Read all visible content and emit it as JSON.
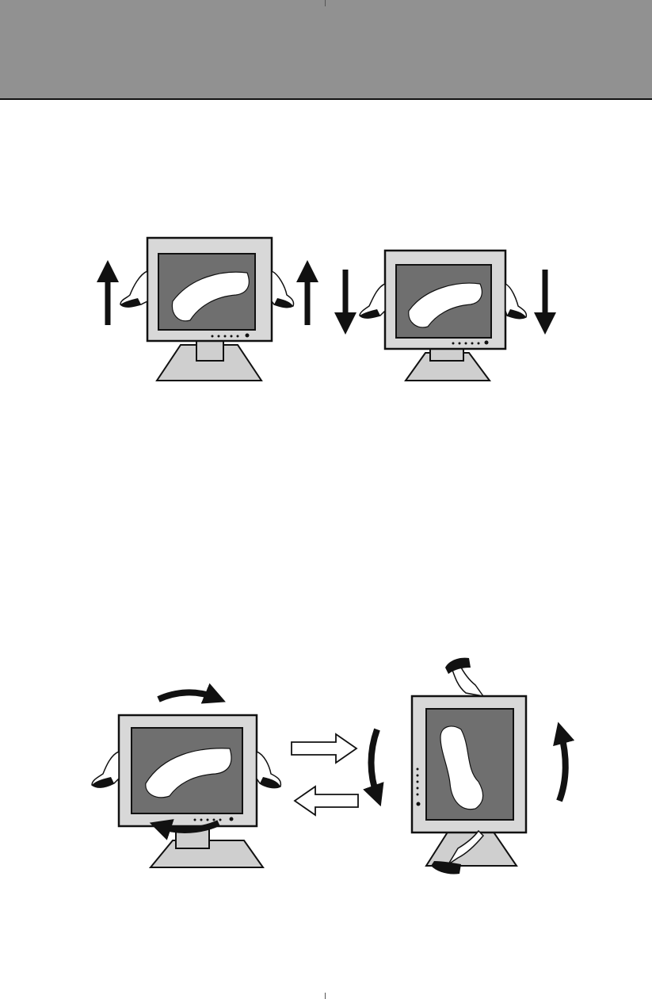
{
  "header": {
    "color": "#919191"
  },
  "colors": {
    "screen": "#6f6f6f",
    "bezel": "#d8d8d8",
    "stand": "#cfcfcf",
    "outline": "#111111",
    "arrow": "#111111",
    "glare": "#ffffff"
  },
  "figures": {
    "height_adjust": {
      "arrows_left_monitor": [
        "arrow-up",
        "arrow-up"
      ],
      "arrows_right_monitor": [
        "arrow-down",
        "arrow-down"
      ]
    },
    "swivel_pivot": {
      "arrows": [
        "curved-arrow-right",
        "curved-arrow-left",
        "hollow-arrow-right",
        "hollow-arrow-left",
        "curved-arrow-down",
        "curved-arrow-up"
      ]
    }
  }
}
